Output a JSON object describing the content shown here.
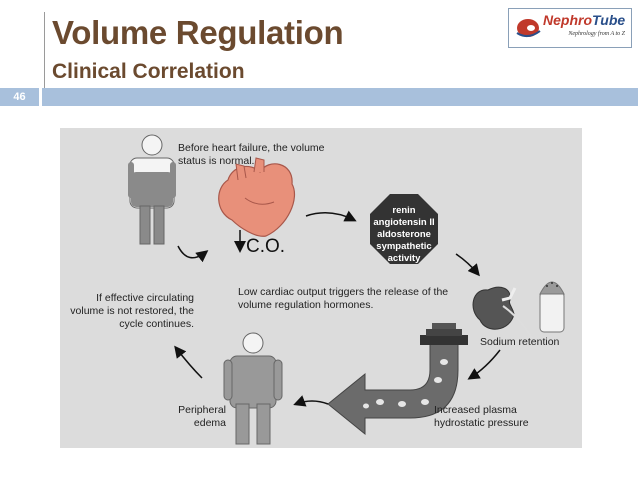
{
  "slide": {
    "title": "Volume Regulation",
    "subtitle": "Clinical Correlation",
    "page_number": "46"
  },
  "logo": {
    "name_part1": "Nephro",
    "name_part2": "Tube",
    "tagline": "Nephrology from A to Z"
  },
  "diagram": {
    "before_hf": "Before heart failure, the volume status is normal.",
    "co_label": "C.O.",
    "low_co": "Low cardiac output triggers the release of the volume regulation hormones.",
    "hormones": [
      "renin",
      "angiotensin II",
      "aldosterone",
      "sympathetic",
      "activity"
    ],
    "sodium_retention": "Sodium retention",
    "increased_pressure": "Increased plasma hydrostatic pressure",
    "peripheral_edema": "Peripheral edema",
    "cycle_continues": "If effective circulating volume is not restored, the cycle continues."
  },
  "colors": {
    "title": "#6b4a2f",
    "band": "#a8c0dc",
    "diagram_bg": "#dcdcdc",
    "heart": "#e8907a",
    "octagon": "#333333"
  }
}
